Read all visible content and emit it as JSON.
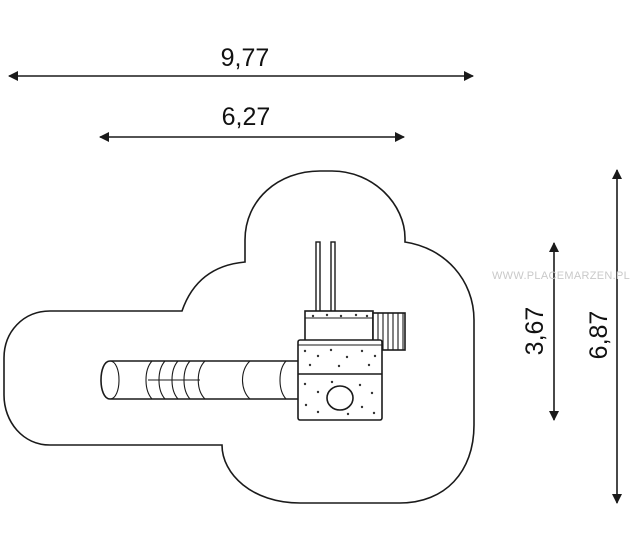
{
  "dimensions": {
    "total_width": "9,77",
    "structure_width": "6,27",
    "structure_depth": "3,67",
    "total_depth": "6,87"
  },
  "watermark": "WWW.PLACEMARZEN.PL",
  "colors": {
    "line": "#1a1a1a",
    "background": "#ffffff",
    "watermark": "#c9c9c9"
  }
}
